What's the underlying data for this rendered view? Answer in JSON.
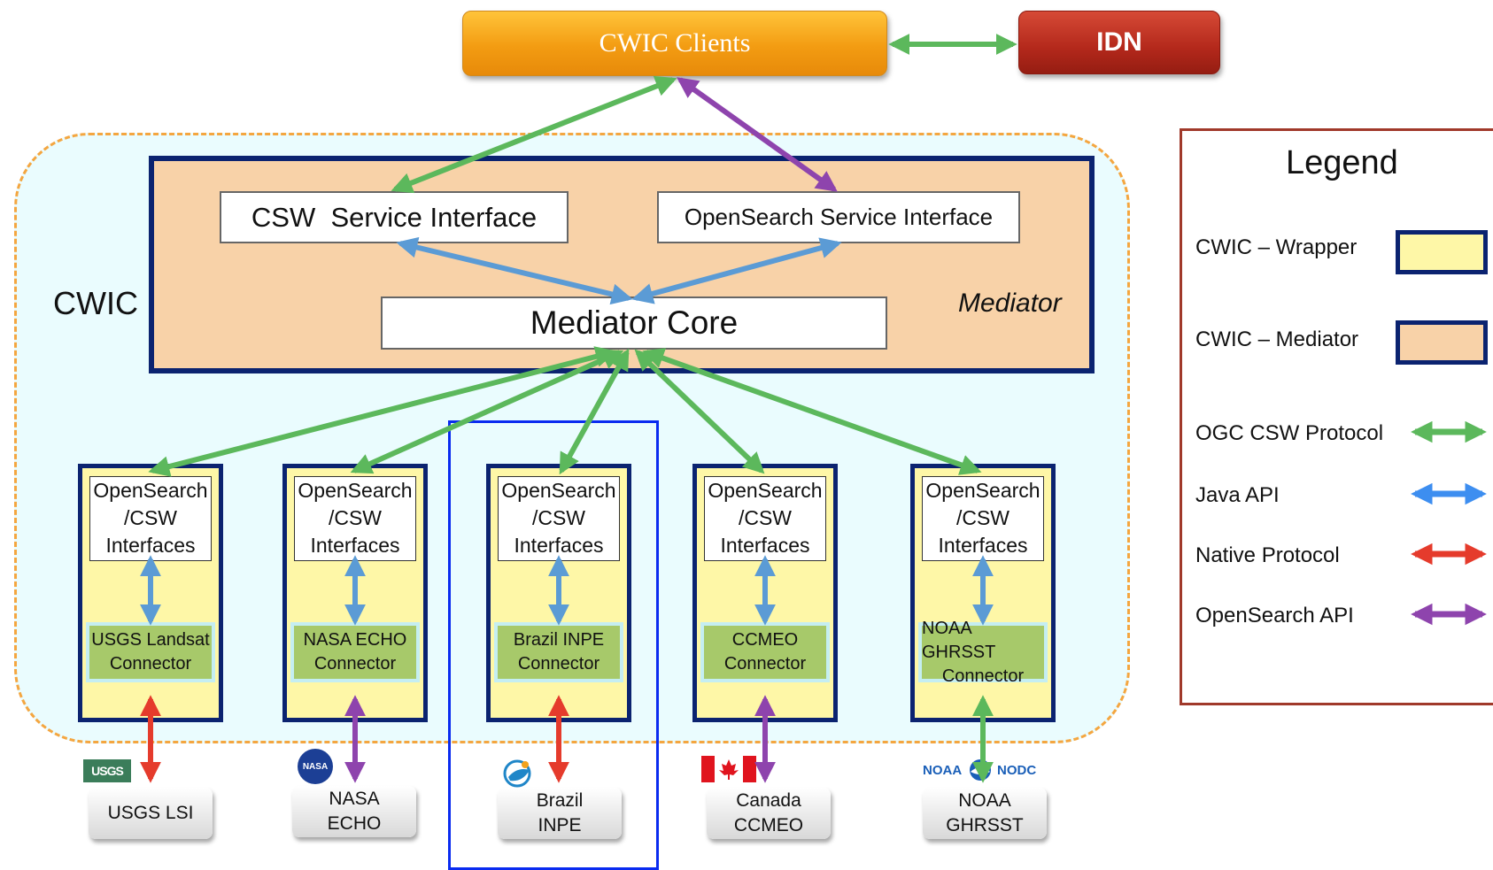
{
  "top": {
    "clients": "CWIC Clients",
    "idn": "IDN"
  },
  "cwic_label": "CWIC",
  "mediator": {
    "label": "Mediator",
    "csw_interface": "CSW  Service Interface",
    "opensearch_interface": "OpenSearch Service Interface",
    "core": "Mediator Core"
  },
  "wrappers": [
    {
      "iface": [
        "OpenSearch",
        "/CSW",
        "Interfaces"
      ],
      "connector": [
        "USGS Landsat",
        "Connector"
      ],
      "provider": [
        "USGS LSI"
      ],
      "native_protocol": "Native Protocol"
    },
    {
      "iface": [
        "OpenSearch",
        "/CSW",
        "Interfaces"
      ],
      "connector": [
        "NASA ECHO",
        "Connector"
      ],
      "provider": [
        "NASA",
        "ECHO"
      ],
      "native_protocol": "OpenSearch API"
    },
    {
      "iface": [
        "OpenSearch",
        "/CSW",
        "Interfaces"
      ],
      "connector": [
        "Brazil INPE",
        "Connector"
      ],
      "provider": [
        "Brazil",
        "INPE"
      ],
      "native_protocol": "Native Protocol"
    },
    {
      "iface": [
        "OpenSearch",
        "/CSW",
        "Interfaces"
      ],
      "connector": [
        "CCMEO",
        "Connector"
      ],
      "provider": [
        "Canada",
        "CCMEO"
      ],
      "native_protocol": "OpenSearch API"
    },
    {
      "iface": [
        "OpenSearch",
        "/CSW",
        "Interfaces"
      ],
      "connector": [
        "NOAA GHRSST",
        "Connector"
      ],
      "provider": [
        "NOAA",
        "GHRSST"
      ],
      "native_protocol": "OGC CSW Protocol"
    }
  ],
  "logos": {
    "usgs": "USGS",
    "nasa": "NASA",
    "noaa": "NOAA",
    "nodc": "NODC"
  },
  "legend": {
    "title": "Legend",
    "items": [
      {
        "label": "CWIC – Wrapper",
        "kind": "swatch",
        "color": "#fef7a7"
      },
      {
        "label": "CWIC – Mediator",
        "kind": "swatch",
        "color": "#f8d2a8"
      },
      {
        "label": "OGC CSW Protocol",
        "kind": "arrow",
        "color": "#5cb85c"
      },
      {
        "label": "Java API",
        "kind": "arrow",
        "color": "#3d8ef0"
      },
      {
        "label": "Native Protocol",
        "kind": "arrow",
        "color": "#e53b2c"
      },
      {
        "label": "OpenSearch API",
        "kind": "arrow",
        "color": "#8e44ad"
      }
    ]
  },
  "colors": {
    "ogc_csw": "#5cb85c",
    "java_api": "#5b9bd5",
    "native": "#e53b2c",
    "opensearch": "#8e44ad",
    "border_navy": "#0b2370"
  }
}
